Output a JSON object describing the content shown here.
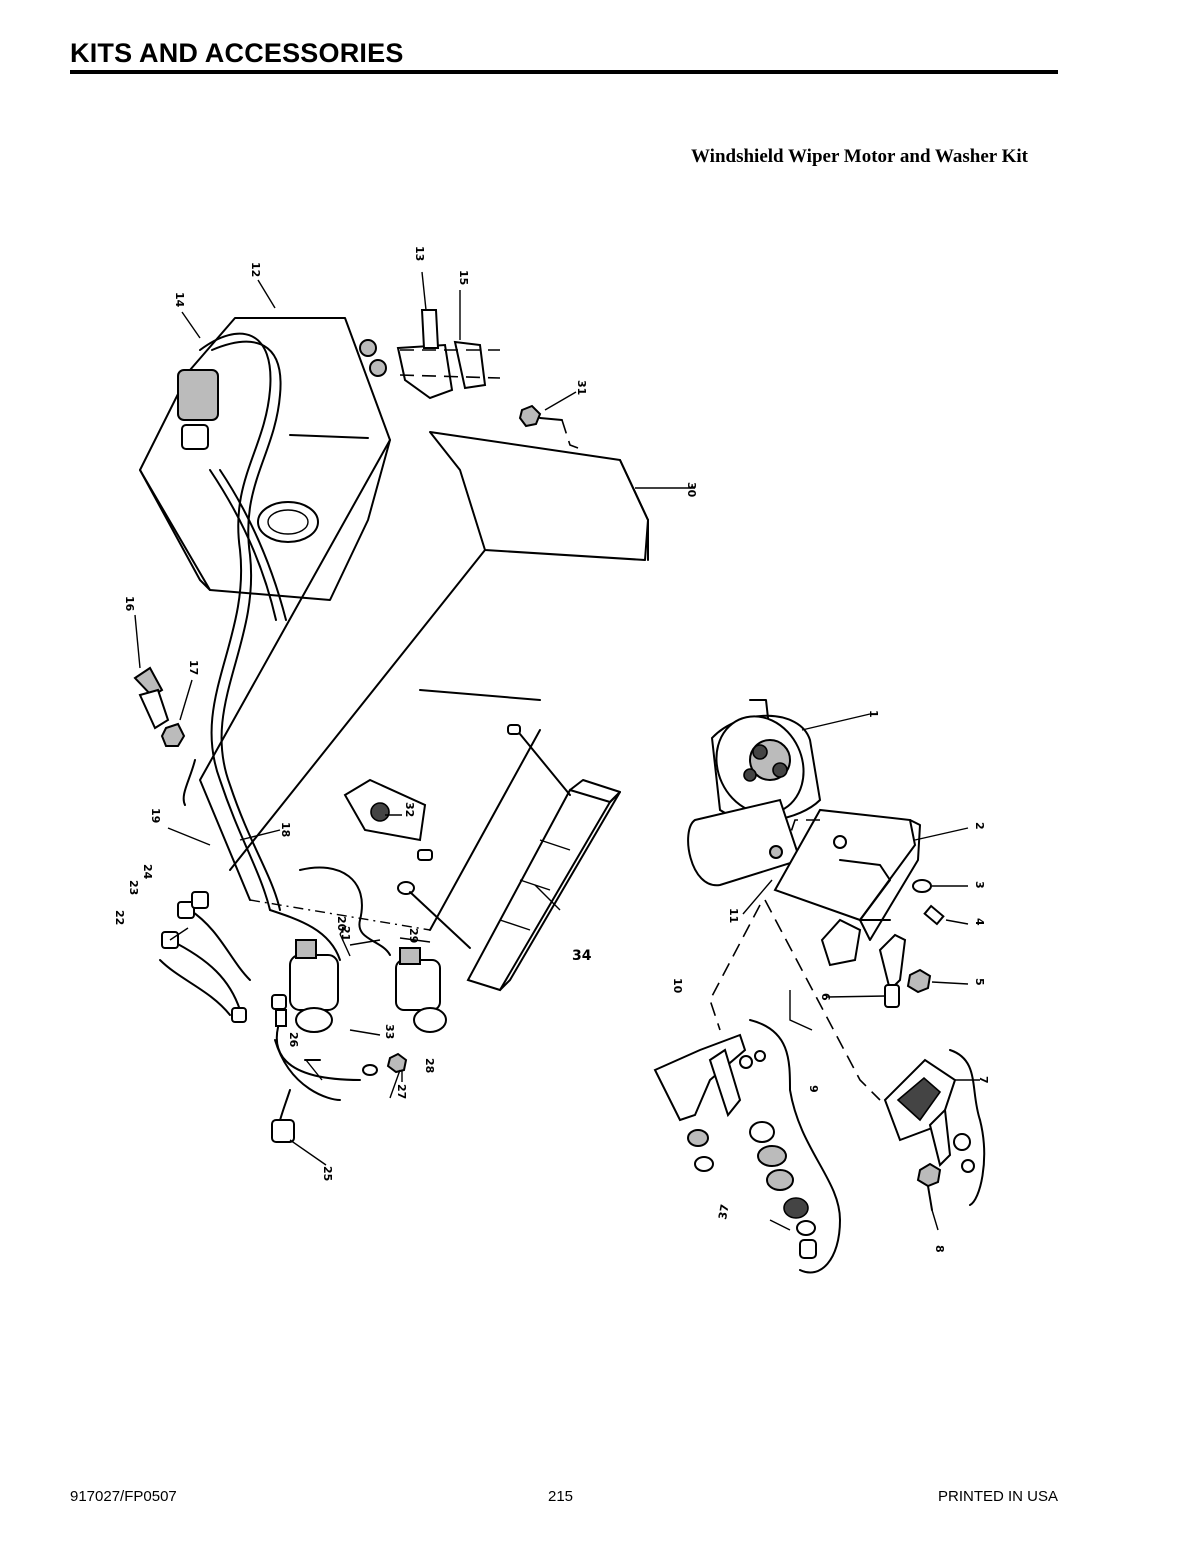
{
  "header": {
    "title": "KITS AND ACCESSORIES"
  },
  "figure": {
    "title": "Windshield Wiper Motor and Washer Kit",
    "callouts": [
      "1",
      "2",
      "3",
      "4",
      "5",
      "6",
      "7",
      "8",
      "9",
      "10",
      "11",
      "12",
      "13",
      "14",
      "15",
      "16",
      "17",
      "18",
      "19",
      "20",
      "21",
      "22",
      "23",
      "24",
      "25",
      "26",
      "27",
      "28",
      "29",
      "30",
      "31",
      "32",
      "33",
      "34",
      "37"
    ]
  },
  "footer": {
    "doc_code": "917027/FP0507",
    "page_number": "215",
    "printed": "PRINTED IN USA"
  }
}
